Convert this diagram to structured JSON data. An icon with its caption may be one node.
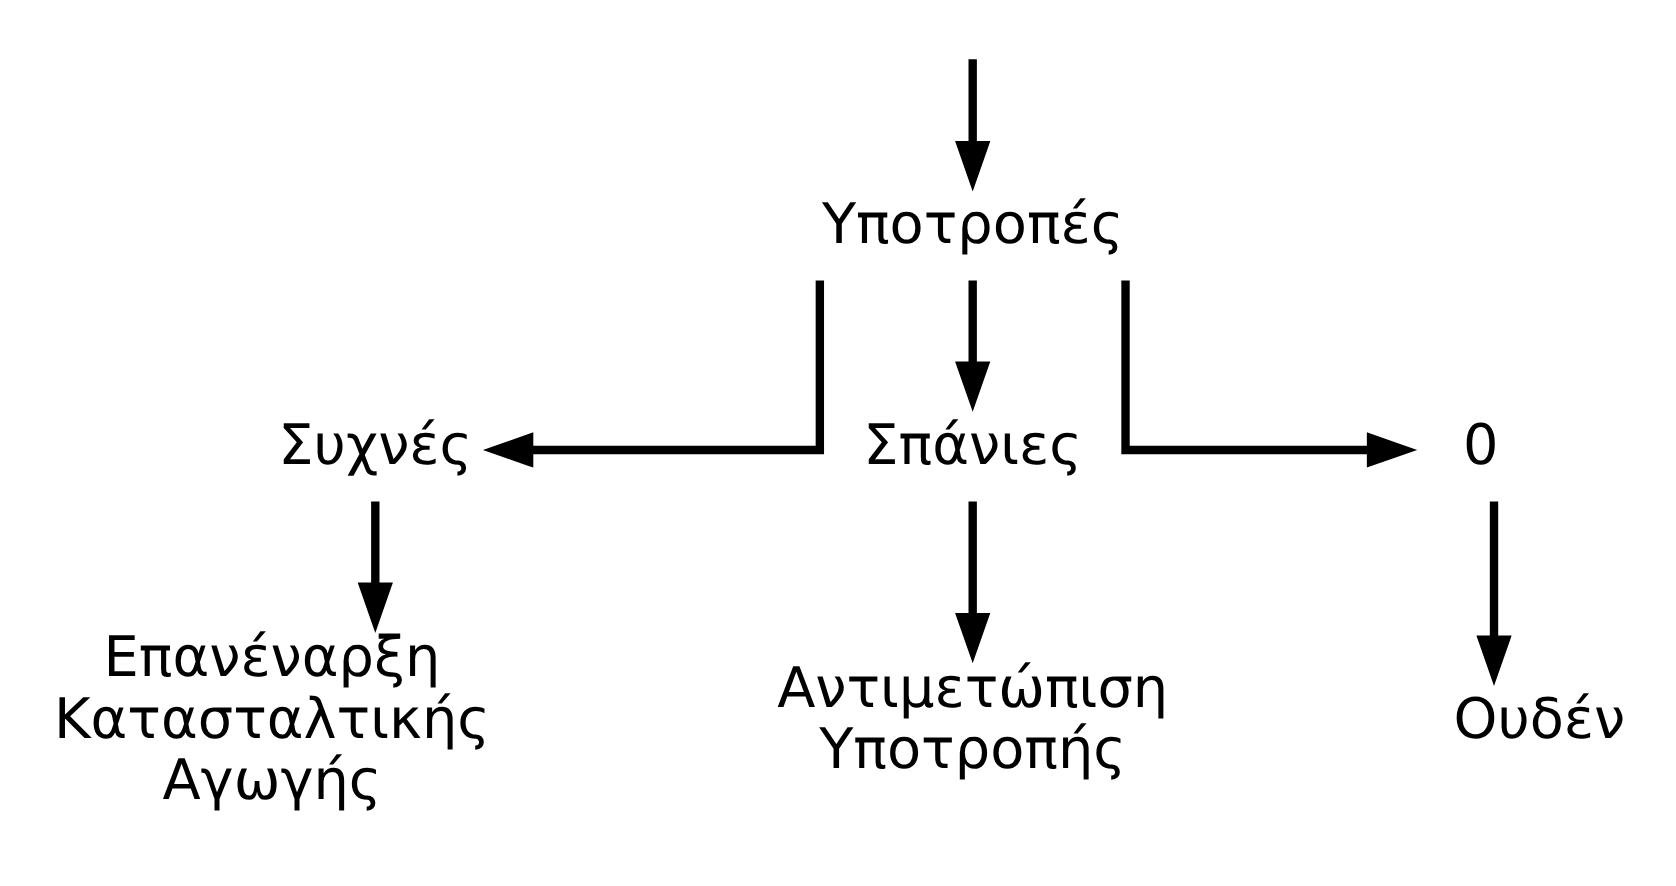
{
  "diagram": {
    "nodes": [
      {
        "text": [
          "Υποτροπές"
        ]
      },
      {
        "text": [
          "Συχνές"
        ]
      },
      {
        "text": [
          "Σπάνιες"
        ]
      },
      {
        "text": [
          "0"
        ]
      },
      {
        "text": [
          "Επανέναρξη Κατασταλτικής Αγωγής"
        ]
      },
      {
        "text": [
          "Αντιμετώπιση Υποτροπής"
        ]
      },
      {
        "text": [
          "Ουδέν"
        ]
      }
    ],
    "edges": [
      {
        "from": null,
        "to": 0,
        "arrow": "to"
      },
      {
        "from": 0,
        "to": 1,
        "arrow": "to"
      },
      {
        "from": 0,
        "to": 2,
        "arrow": "to"
      },
      {
        "from": 0,
        "to": 3,
        "arrow": "to"
      },
      {
        "from": 1,
        "to": 4,
        "arrow": "to"
      },
      {
        "from": 2,
        "to": 5,
        "arrow": "to"
      },
      {
        "from": 3,
        "to": 6,
        "arrow": "to"
      }
    ]
  }
}
